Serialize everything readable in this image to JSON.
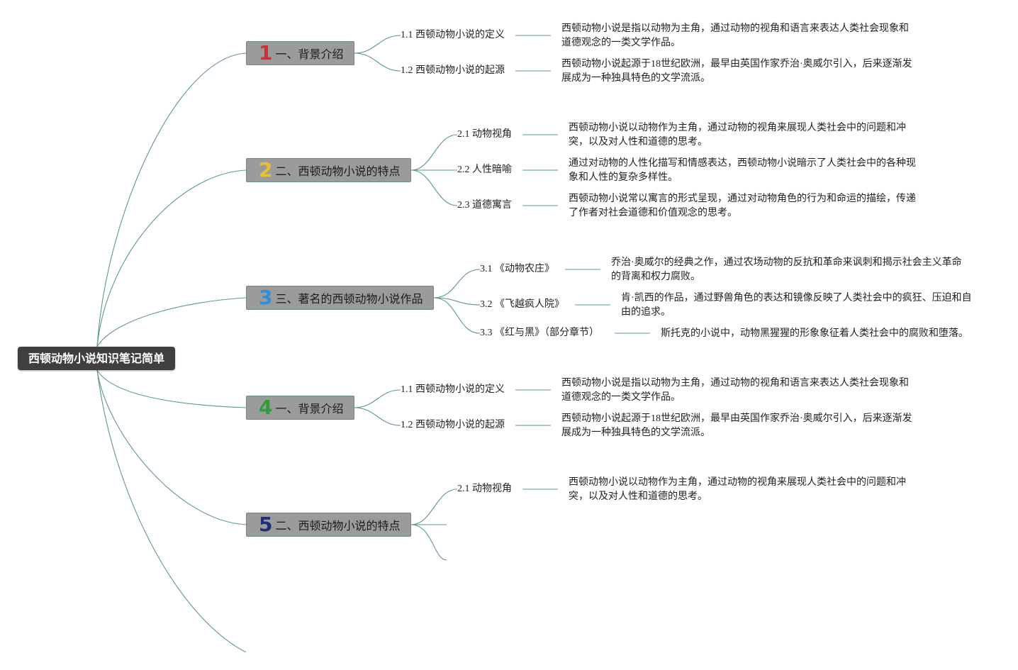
{
  "root": {
    "title": "西顿动物小说知识笔记简单"
  },
  "branches": [
    {
      "number": "1",
      "number_color": "#d42a3a",
      "title": "一、背景介绍",
      "items": [
        {
          "label": "1.1 西顿动物小说的定义",
          "text": "西顿动物小说是指以动物为主角，通过动物的视角和语言来表达人类社会现象和道德观念的一类文学作品。"
        },
        {
          "label": "1.2 西顿动物小说的起源",
          "text": "西顿动物小说起源于18世纪欧洲，最早由英国作家乔治·奥威尔引入，后来逐渐发展成为一种独具特色的文学流派。"
        }
      ]
    },
    {
      "number": "2",
      "number_color": "#e8c22e",
      "title": "二、西顿动物小说的特点",
      "items": [
        {
          "label": "2.1 动物视角",
          "text": "西顿动物小说以动物作为主角，通过动物的视角来展现人类社会中的问题和冲突，以及对人性和道德的思考。"
        },
        {
          "label": "2.2 人性暗喻",
          "text": "通过对动物的人性化描写和情感表达，西顿动物小说暗示了人类社会中的各种现象和人性的复杂多样性。"
        },
        {
          "label": "2.3 道德寓言",
          "text": "西顿动物小说常以寓言的形式呈现，通过对动物角色的行为和命运的描绘，传递了作者对社会道德和价值观念的思考。"
        }
      ]
    },
    {
      "number": "3",
      "number_color": "#2f8fd8",
      "title": "三、著名的西顿动物小说作品",
      "items": [
        {
          "label": "3.1 《动物农庄》",
          "text": "乔治·奥威尔的经典之作，通过农场动物的反抗和革命来讽刺和揭示社会主义革命的背离和权力腐败。"
        },
        {
          "label": "3.2 《飞越疯人院》",
          "text": "肯·凯西的作品，通过野兽角色的表达和镜像反映了人类社会中的疯狂、压迫和自由的追求。"
        },
        {
          "label": "3.3 《红与黑》（部分章节）",
          "text": "斯托克的小说中，动物黑猩猩的形象象征着人类社会中的腐败和堕落。"
        }
      ]
    },
    {
      "number": "4",
      "number_color": "#2f9e3a",
      "title": "一、背景介绍",
      "items": [
        {
          "label": "1.1 西顿动物小说的定义",
          "text": "西顿动物小说是指以动物为主角，通过动物的视角和语言来表达人类社会现象和道德观念的一类文学作品。"
        },
        {
          "label": "1.2 西顿动物小说的起源",
          "text": "西顿动物小说起源于18世纪欧洲，最早由英国作家乔治·奥威尔引入，后来逐渐发展成为一种独具特色的文学流派。"
        }
      ]
    },
    {
      "number": "5",
      "number_color": "#1f2f7a",
      "title": "二、西顿动物小说的特点",
      "items": [
        {
          "label": "2.1 动物视角",
          "text": "西顿动物小说以动物作为主角，通过动物的视角来展现人类社会中的问题和冲突，以及对人性和道德的思考。"
        }
      ]
    }
  ]
}
